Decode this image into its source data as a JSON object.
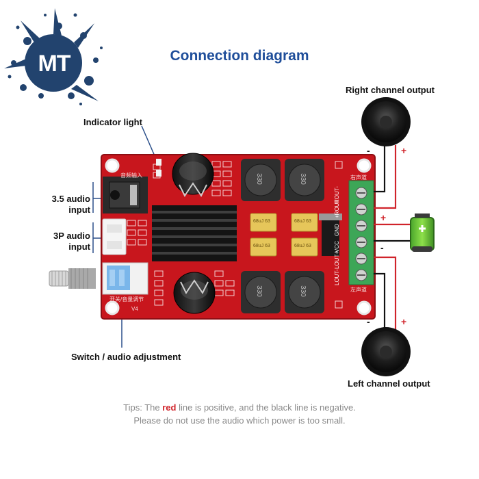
{
  "logo": {
    "text": "MT",
    "color": "#22436e"
  },
  "title": "Connection diagram",
  "labels": {
    "indicator_light": "Indicator light",
    "audio_35": "3.5 audio",
    "audio_35_2": "input",
    "audio_3p": "3P audio",
    "audio_3p_2": "input",
    "switch_adjust": "Switch / audio adjustment",
    "right_output": "Right channel output",
    "left_output": "Left channel output"
  },
  "board": {
    "color": "#c8161d",
    "silk_audio_in": "音频输入",
    "silk_switch": "开关/音量调节",
    "silk_version": "V4",
    "silk_right": "右声道",
    "silk_left": "左声道",
    "terminal_labels": [
      "ROUT-",
      "+ROUT",
      "GND",
      "VCC",
      "LOUT+",
      "LOUT-"
    ],
    "inductor_marks": [
      "330",
      "330",
      "330",
      "330"
    ],
    "capacitor_marks": [
      "68uJ 63",
      "68uJ 63",
      "68uJ 63",
      "68uJ 63"
    ]
  },
  "polarity": {
    "plus": "+",
    "minus": "-"
  },
  "colors": {
    "positive": "#d0232a",
    "negative": "#111111"
  },
  "tips": {
    "prefix": "Tips: The ",
    "red_word": "red",
    "suffix": " line is positive, and the black line is negative.",
    "line2": "Please do not use the audio which power is too small."
  }
}
